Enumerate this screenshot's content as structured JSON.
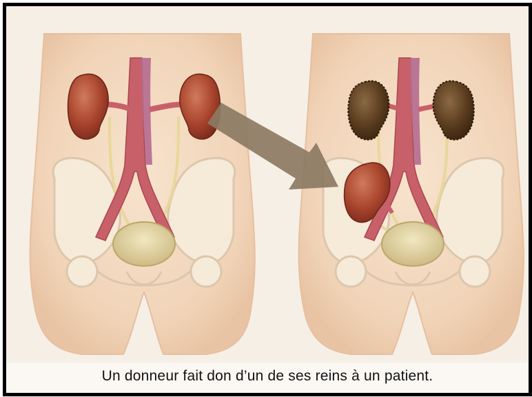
{
  "caption": "Un donneur fait don d’un de ses reins à un patient.",
  "figures": {
    "donor": {
      "name": "donneur",
      "kidneys": [
        "rein gauche",
        "rein droit"
      ],
      "bladder": "vessie"
    },
    "patient": {
      "name": "patient",
      "kidneys": [
        "rein malade gauche",
        "rein malade droit"
      ],
      "transplanted_kidney": "rein greffé",
      "bladder": "vessie"
    }
  },
  "arrow": {
    "from": "donneur",
    "to": "patient"
  },
  "colors": {
    "frame": "#000000",
    "background": "#f6efe6",
    "skin": "#f3d9c0",
    "skin_edge": "#e6bfa0",
    "healthy_kidney": "#a5432e",
    "diseased_kidney": "#5a3c1e",
    "artery": "#c8606a",
    "vein": "#b56a90",
    "ureter": "#e8d79a",
    "bladder": "#e3d6a6",
    "bone": "#f4e7d6",
    "bone_outline": "#dcc7ad",
    "arrow": "#8c7a63"
  }
}
